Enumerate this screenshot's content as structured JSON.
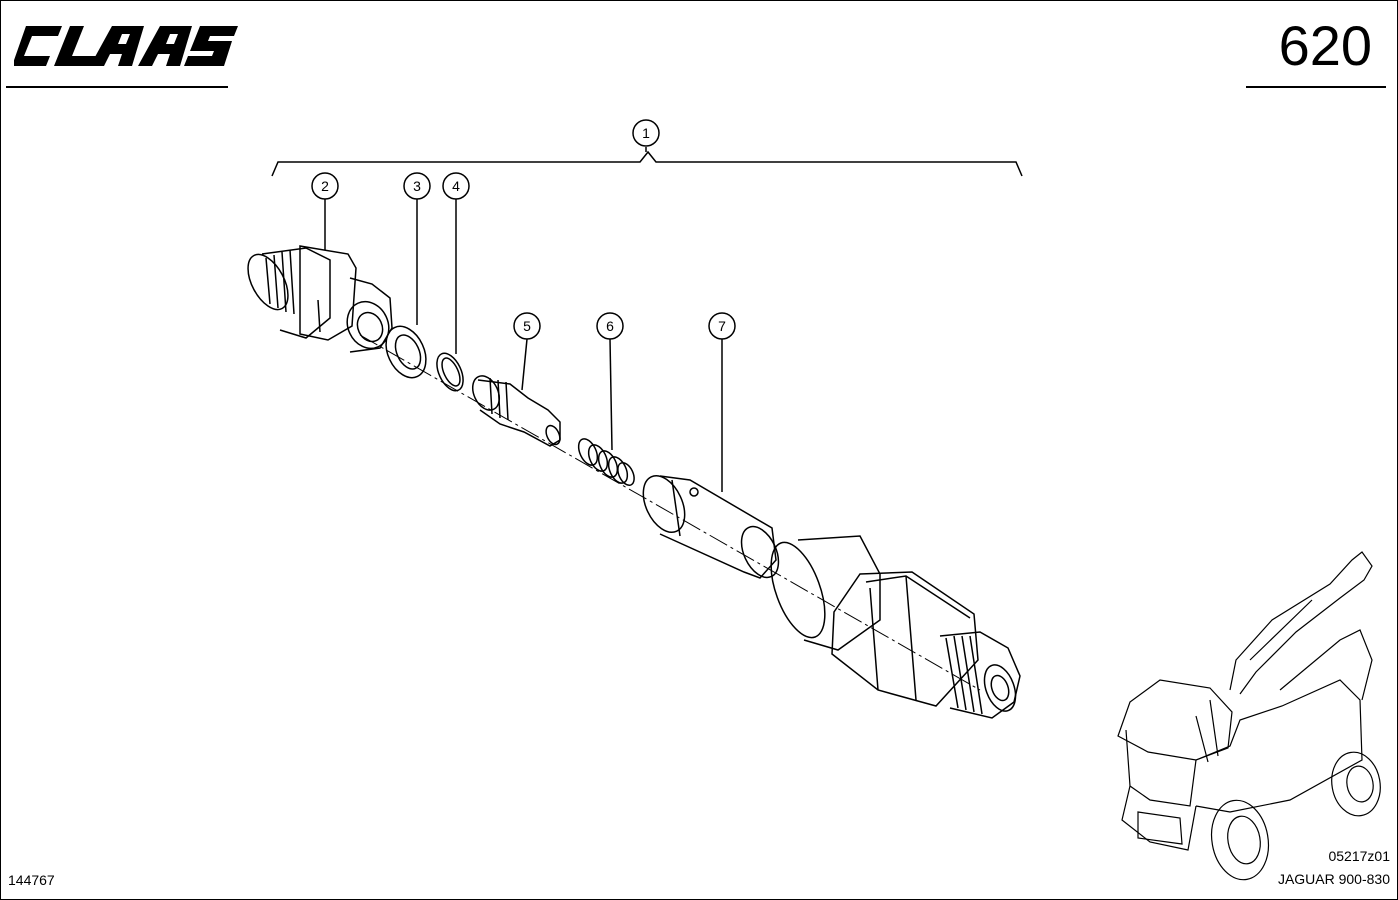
{
  "header": {
    "brand": "CLAAS",
    "page_number": "620"
  },
  "callouts": [
    {
      "id": "1"
    },
    {
      "id": "2"
    },
    {
      "id": "3"
    },
    {
      "id": "4"
    },
    {
      "id": "5"
    },
    {
      "id": "6"
    },
    {
      "id": "7"
    }
  ],
  "footer": {
    "document_id": "144767",
    "drawing_code": "05217z01",
    "model": "JAGUAR 900-830"
  }
}
